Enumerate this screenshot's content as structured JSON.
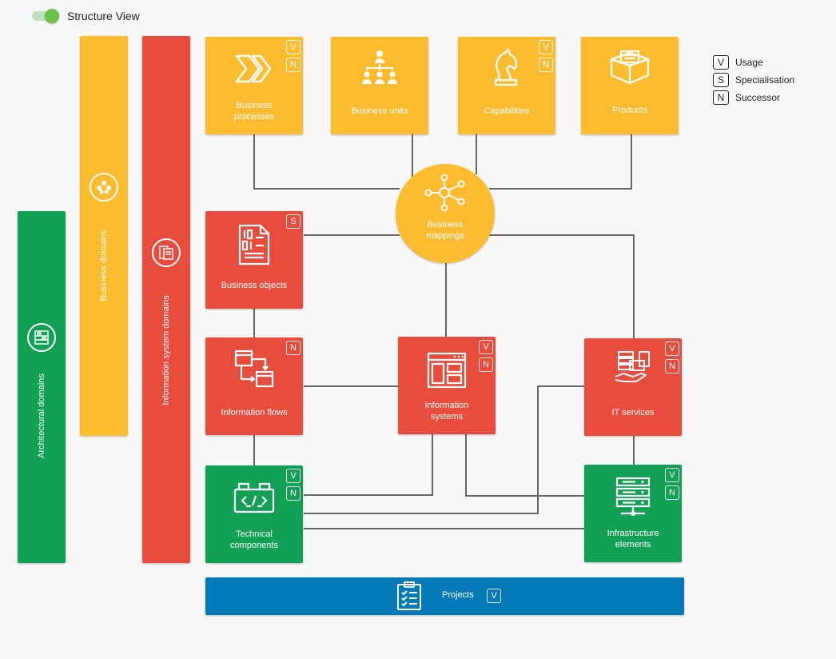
{
  "header": {
    "toggle_label": "Structure View",
    "toggle_on": true
  },
  "domains": {
    "business": "Business domains",
    "information_system": "Information system domains",
    "architectural": "Architectural domains"
  },
  "boxes": {
    "business_processes": {
      "label1": "Business",
      "label2": "processes"
    },
    "business_units": {
      "label": "Business units"
    },
    "capabilities": {
      "label": "Capabilities"
    },
    "products": {
      "label": "Products"
    },
    "business_mappings": {
      "label1": "Business",
      "label2": "mappings"
    },
    "business_objects": {
      "label": "Business objects"
    },
    "information_flows": {
      "label": "Information flows"
    },
    "information_systems": {
      "label1": "Information",
      "label2": "systems"
    },
    "it_services": {
      "label": "IT services"
    },
    "technical_components": {
      "label1": "Technical",
      "label2": "components"
    },
    "infrastructure_elements": {
      "label1": "Infrastructure",
      "label2": "elements"
    },
    "projects": {
      "label": "Projects"
    }
  },
  "badges": {
    "v": "V",
    "s": "S",
    "n": "N"
  },
  "legend": {
    "usage": {
      "key": "V",
      "text": "Usage"
    },
    "specialisation": {
      "key": "S",
      "text": "Specialisation"
    },
    "successor": {
      "key": "N",
      "text": "Successor"
    }
  },
  "colors": {
    "business": "#fbbc2f",
    "information": "#e74c3c",
    "architecture": "#12a154",
    "projects": "#0379b7",
    "connector": "#666666"
  }
}
